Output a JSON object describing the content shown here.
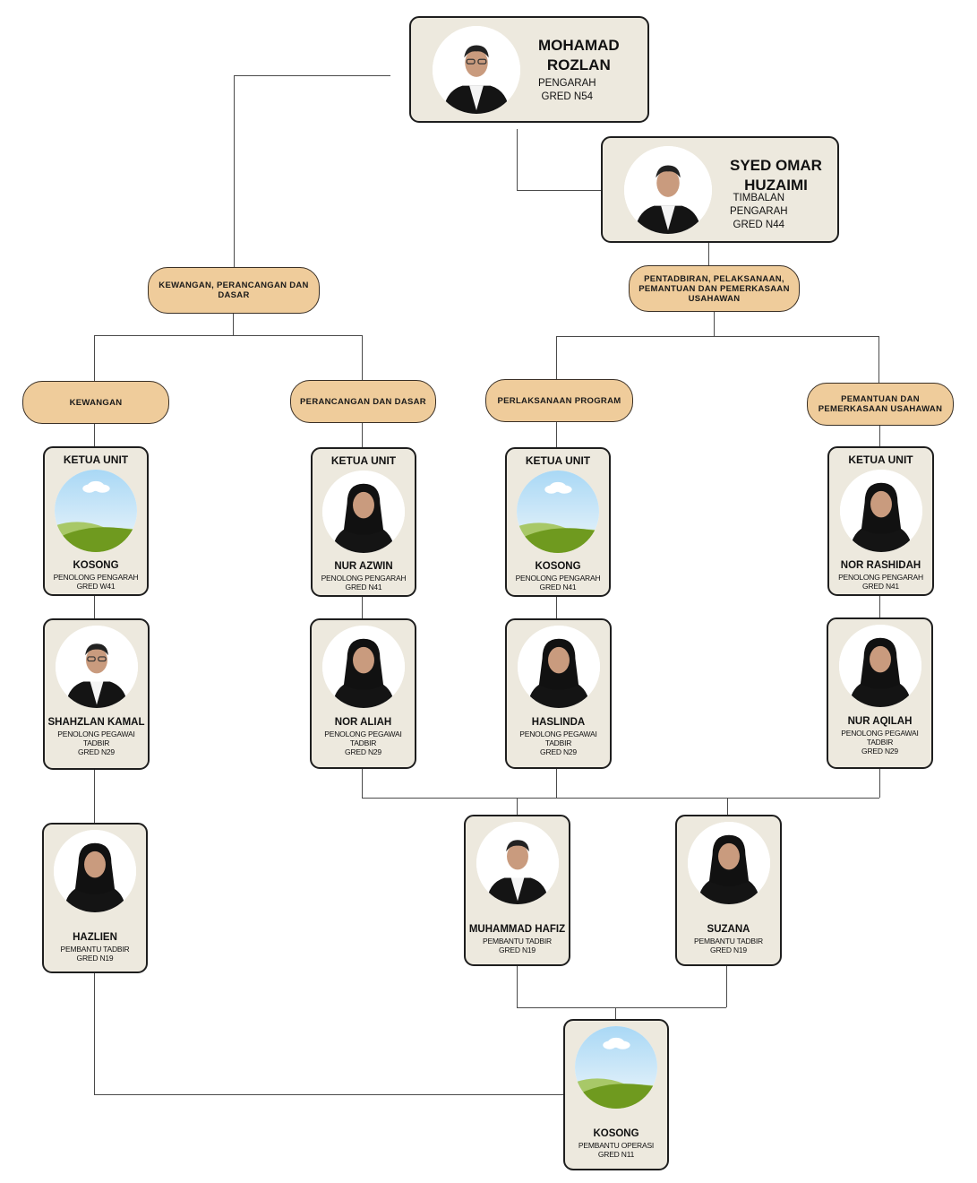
{
  "director": {
    "name": "MOHAMAD\nROZLAN",
    "position": "PENGARAH\nGRED N54",
    "photo": "man-glasses"
  },
  "deputy": {
    "name": "SYED OMAR\nHUZAIMI",
    "position": "TIMBALAN\nPENGARAH\nGRED N44",
    "photo": "man"
  },
  "divisions": [
    {
      "label": "KEWANGAN, PERANCANGAN DAN\nDASAR"
    },
    {
      "label": "PENTADBIRAN, PELAKSANAAN,\nPEMANTUAN DAN PEMERKASAAN\nUSAHAWAN"
    }
  ],
  "units": [
    {
      "label": "KEWANGAN"
    },
    {
      "label": "PERANCANGAN DAN DASAR"
    },
    {
      "label": "PERLAKSANAAN PROGRAM"
    },
    {
      "label": "PEMANTUAN DAN\nPEMERKASAAN USAHAWAN"
    }
  ],
  "staff": [
    {
      "title": "KETUA UNIT",
      "name": "KOSONG",
      "position": "PENOLONG PENGARAH\nGRED W41",
      "photo": "placeholder-landscape"
    },
    {
      "title": "KETUA UNIT",
      "name": "NUR AZWIN",
      "position": "PENOLONG PENGARAH\nGRED N41",
      "photo": "woman-hijab"
    },
    {
      "title": "KETUA UNIT",
      "name": "KOSONG",
      "position": "PENOLONG PENGARAH\nGRED N41",
      "photo": "placeholder-landscape"
    },
    {
      "title": "KETUA UNIT",
      "name": "NOR RASHIDAH",
      "position": "PENOLONG PENGARAH\nGRED N41",
      "photo": "woman-hijab"
    },
    {
      "name": "SHAHZLAN KAMAL",
      "position": "PENOLONG PEGAWAI\nTADBIR\nGRED N29",
      "photo": "man-glasses"
    },
    {
      "name": "NOR ALIAH",
      "position": "PENOLONG PEGAWAI\nTADBIR\nGRED N29",
      "photo": "woman-hijab"
    },
    {
      "name": "HASLINDA",
      "position": "PENOLONG PEGAWAI\nTADBIR\nGRED N29",
      "photo": "woman-hijab"
    },
    {
      "name": "NUR AQILAH",
      "position": "PENOLONG PEGAWAI\nTADBIR\nGRED N29",
      "photo": "woman-hijab"
    },
    {
      "name": "HAZLIEN",
      "position": "PEMBANTU TADBIR\nGRED N19",
      "photo": "woman-hijab"
    },
    {
      "name": "MUHAMMAD HAFIZ",
      "position": "PEMBANTU TADBIR\nGRED N19",
      "photo": "man"
    },
    {
      "name": "SUZANA",
      "position": "PEMBANTU TADBIR\nGRED N19",
      "photo": "woman-hijab"
    },
    {
      "name": "KOSONG",
      "position": "PEMBANTU OPERASI\nGRED N11",
      "photo": "placeholder-landscape"
    }
  ],
  "colors": {
    "card": "#ede9de",
    "pill": "#efcc9b",
    "border": "#1e1e1e",
    "line": "#4a4a4a"
  }
}
